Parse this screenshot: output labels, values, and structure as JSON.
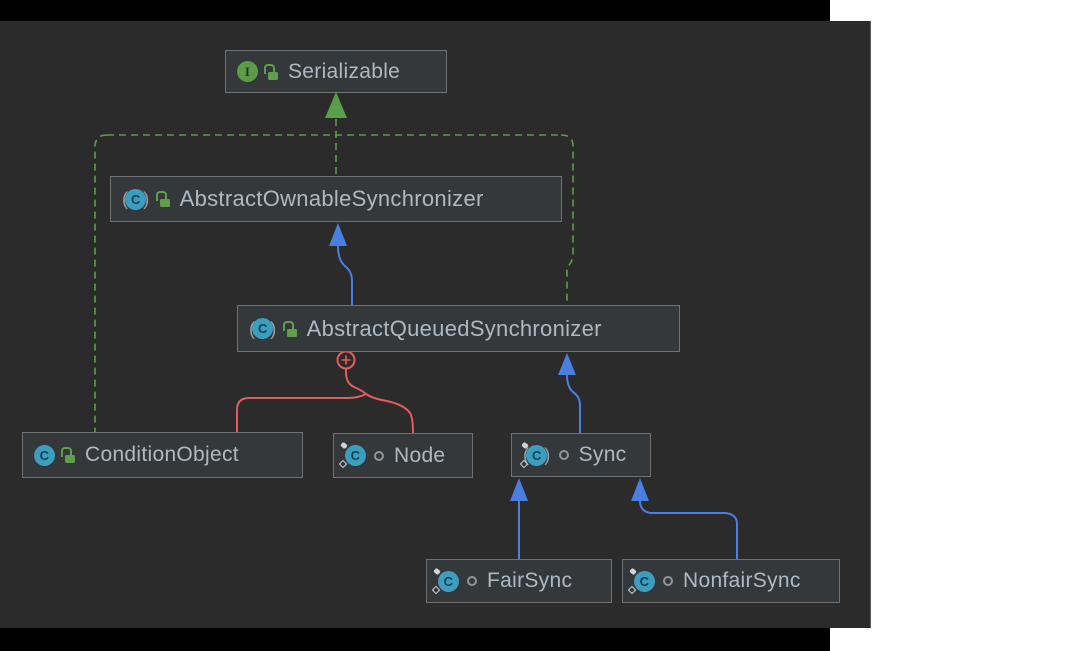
{
  "icons": {
    "class_letter": "C",
    "interface_letter": "I"
  },
  "diagram": {
    "nodes": {
      "serializable": {
        "label": "Serializable",
        "kind": "interface",
        "visibility": "public"
      },
      "abstract_ownable_synchronizer": {
        "label": "AbstractOwnableSynchronizer",
        "kind": "abstract class",
        "visibility": "public"
      },
      "abstract_queued_synchronizer": {
        "label": "AbstractQueuedSynchronizer",
        "kind": "abstract class",
        "visibility": "public"
      },
      "condition_object": {
        "label": "ConditionObject",
        "kind": "class",
        "visibility": "public"
      },
      "node": {
        "label": "Node",
        "kind": "static class",
        "visibility": "package-private"
      },
      "sync": {
        "label": "Sync",
        "kind": "abstract static class",
        "visibility": "package-private"
      },
      "fair_sync": {
        "label": "FairSync",
        "kind": "static class",
        "visibility": "package-private"
      },
      "nonfair_sync": {
        "label": "NonfairSync",
        "kind": "static class",
        "visibility": "package-private"
      }
    },
    "edges": [
      {
        "from": "AbstractOwnableSynchronizer",
        "to": "Serializable",
        "type": "implements",
        "style": "green-dashed"
      },
      {
        "from": "AbstractQueuedSynchronizer",
        "to": "Serializable",
        "type": "implements",
        "style": "green-dashed"
      },
      {
        "from": "ConditionObject",
        "to": "Serializable",
        "type": "implements",
        "style": "green-dashed"
      },
      {
        "from": "AbstractQueuedSynchronizer",
        "to": "AbstractOwnableSynchronizer",
        "type": "extends",
        "style": "blue-solid"
      },
      {
        "from": "AbstractQueuedSynchronizer",
        "to": "ConditionObject",
        "type": "inner-class",
        "style": "red-solid"
      },
      {
        "from": "AbstractQueuedSynchronizer",
        "to": "Node",
        "type": "inner-class",
        "style": "red-solid"
      },
      {
        "from": "Sync",
        "to": "AbstractQueuedSynchronizer",
        "type": "extends",
        "style": "blue-solid"
      },
      {
        "from": "FairSync",
        "to": "Sync",
        "type": "extends",
        "style": "blue-solid"
      },
      {
        "from": "NonfairSync",
        "to": "Sync",
        "type": "extends",
        "style": "blue-solid"
      }
    ],
    "colors": {
      "panel_bg": "#2b2b2b",
      "node_bg": "#35383a",
      "node_border": "#6f7173",
      "label_text": "#aeb9c4",
      "extends_blue": "#4a7fe0",
      "implements_green": "#5a9e47",
      "inner_class_red": "#e45c5c",
      "interface_icon_green": "#5c9c49",
      "class_icon_teal": "#3d9dbe",
      "public_lock_green": "#5f9e4c"
    }
  }
}
